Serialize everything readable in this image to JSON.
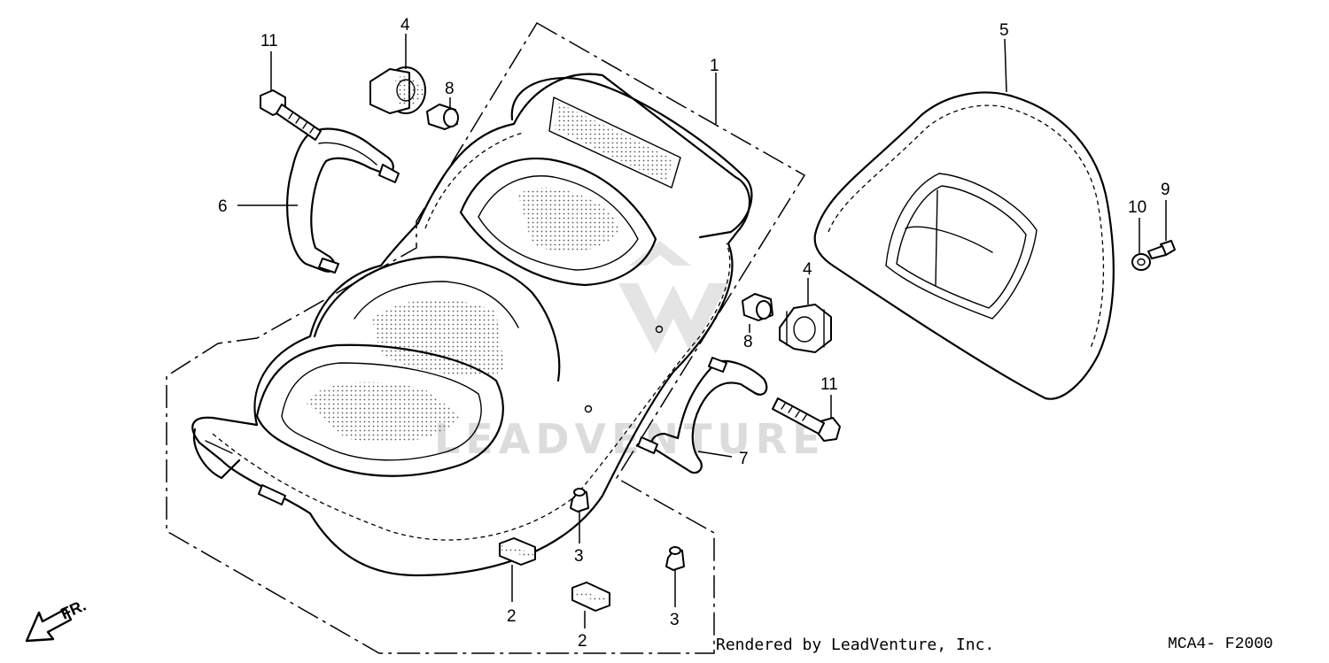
{
  "diagram": {
    "callouts": [
      {
        "id": "1",
        "text": "1"
      },
      {
        "id": "2a",
        "text": "2"
      },
      {
        "id": "2b",
        "text": "2"
      },
      {
        "id": "3a",
        "text": "3"
      },
      {
        "id": "3b",
        "text": "3"
      },
      {
        "id": "4a",
        "text": "4"
      },
      {
        "id": "4b",
        "text": "4"
      },
      {
        "id": "5",
        "text": "5"
      },
      {
        "id": "6",
        "text": "6"
      },
      {
        "id": "7",
        "text": "7"
      },
      {
        "id": "8a",
        "text": "8"
      },
      {
        "id": "8b",
        "text": "8"
      },
      {
        "id": "9",
        "text": "9"
      },
      {
        "id": "10",
        "text": "10"
      },
      {
        "id": "11a",
        "text": "11"
      },
      {
        "id": "11b",
        "text": "11"
      }
    ],
    "front_marker": "FR.",
    "watermark": "LEADVENTURE",
    "credit": "Rendered by LeadVenture, Inc.",
    "drawing_code": "MCA4- F2000"
  }
}
